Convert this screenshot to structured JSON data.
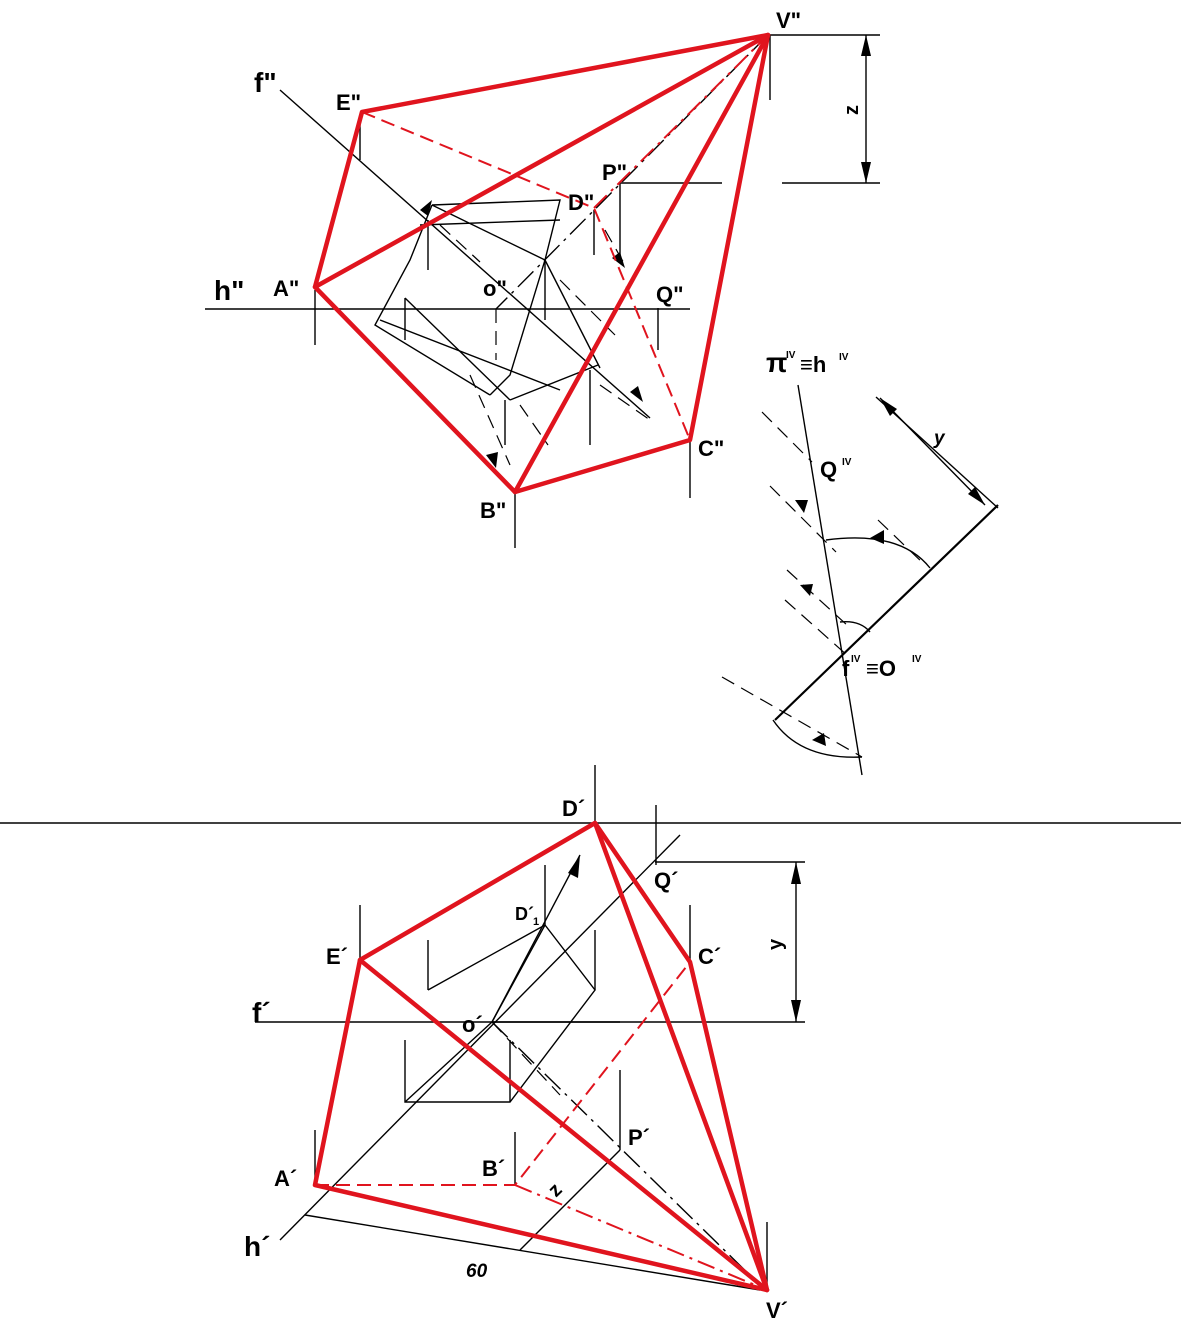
{
  "labels": {
    "v2": "V\"",
    "f2": "f\"",
    "e2": "E\"",
    "p2": "P\"",
    "d2": "D\"",
    "a2": "A\"",
    "h2": "h\"",
    "o2": "o\"",
    "q2": "Q\"",
    "c2": "C\"",
    "b2": "B\"",
    "pi4_sym": "π",
    "pi4_rest": "≡h",
    "q4": "Q",
    "f4_a": "f",
    "f4_b": "≡O",
    "d1": "D´",
    "q1": "Q´",
    "d11": "D´",
    "e1": "E´",
    "c1": "C´",
    "f1": "f´",
    "o1": "o´",
    "p1": "P´",
    "a1": "A´",
    "b1": "B´",
    "h1": "h´",
    "v1": "V´"
  },
  "sup": {
    "iv": "IV",
    "one": "1"
  },
  "dimensions": {
    "z_top": "z",
    "y_side": "y",
    "y_bottom": "y",
    "z_bottom": "z",
    "sixty": "60"
  },
  "colors": {
    "construction": "#000000",
    "pyramid": "#e0141e"
  }
}
